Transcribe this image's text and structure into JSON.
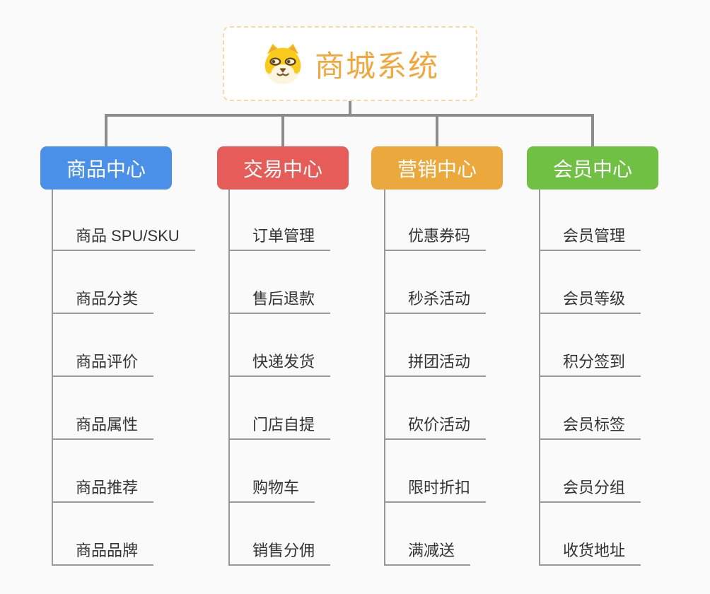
{
  "colors": {
    "background": "#fafafa",
    "connector": "#8c8c8c",
    "underline": "#999999",
    "item_text": "#333333",
    "root_text": "#f0a73e",
    "root_border": "#f7d9a2",
    "node_text": "#ffffff"
  },
  "root": {
    "title": "商城系统",
    "icon": "shiba-dog-icon"
  },
  "branches": [
    {
      "label": "商品中心",
      "color": "#4a90e8",
      "children": [
        "商品 SPU/SKU",
        "商品分类",
        "商品评价",
        "商品属性",
        "商品推荐",
        "商品品牌"
      ]
    },
    {
      "label": "交易中心",
      "color": "#e55c58",
      "children": [
        "订单管理",
        "售后退款",
        "快递发货",
        "门店自提",
        "购物车",
        "销售分佣"
      ]
    },
    {
      "label": "营销中心",
      "color": "#eaa83d",
      "children": [
        "优惠券码",
        "秒杀活动",
        "拼团活动",
        "砍价活动",
        "限时折扣",
        "满减送"
      ]
    },
    {
      "label": "会员中心",
      "color": "#70c043",
      "children": [
        "会员管理",
        "会员等级",
        "积分签到",
        "会员标签",
        "会员分组",
        "收货地址"
      ]
    }
  ]
}
